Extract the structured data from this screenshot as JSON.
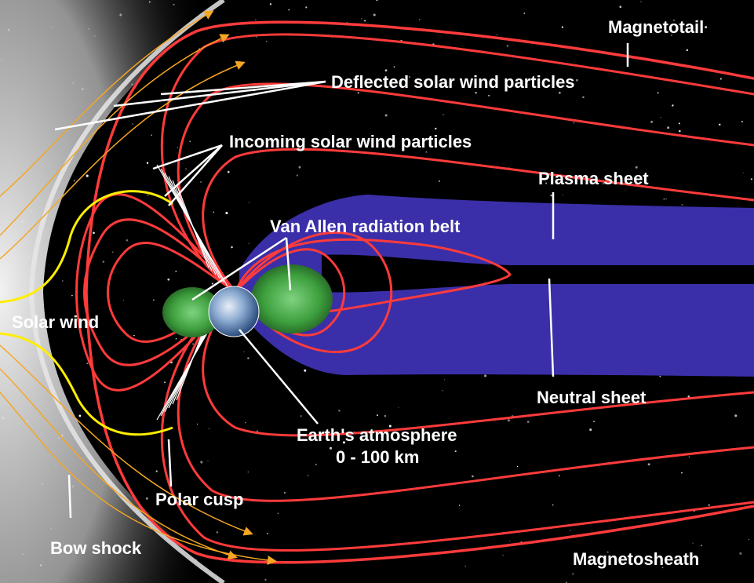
{
  "diagram": {
    "labels": {
      "magnetotail": "Magnetotail",
      "deflected_particles": "Deflected solar wind particles",
      "incoming_particles": "Incoming solar wind particles",
      "plasma_sheet": "Plasma sheet",
      "van_allen_belt": "Van Allen radiation belt",
      "solar_wind": "Solar wind",
      "neutral_sheet": "Neutral sheet",
      "earths_atmosphere": "Earth's atmosphere",
      "atmosphere_range": "0 - 100 km",
      "polar_cusp": "Polar cusp",
      "bow_shock": "Bow shock",
      "magnetosheath": "Magnetosheath"
    },
    "colors": {
      "space": "#000000",
      "field_line": "#ff3b3b",
      "solar_wind_flow": "#f5a623",
      "solar_wind_main": "#ffee00",
      "plasma_sheet": "#3a2fa8",
      "radiation_belt": "#3aa63a",
      "earth": "#4f7fb8",
      "bow_shock": "#d8d8d8",
      "text": "#ffffff"
    }
  }
}
